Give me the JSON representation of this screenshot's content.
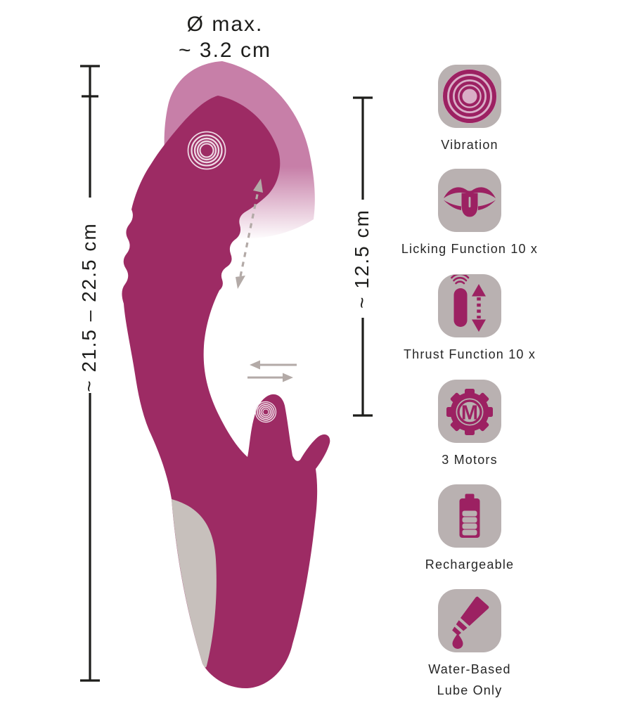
{
  "title": {
    "line1": "Ø max.",
    "line2": "~  3.2 cm"
  },
  "measurements": {
    "total_length": {
      "label": "~ 21.5 – 22.5 cm"
    },
    "insertable_length": {
      "label": "~ 12.5 cm"
    }
  },
  "features": {
    "items": [
      {
        "icon": "vibration-rings-icon",
        "label": "Vibration"
      },
      {
        "icon": "licking-tongue-icon",
        "label": "Licking Function 10 x"
      },
      {
        "icon": "thrust-arrows-icon",
        "label": "Thrust Function 10 x"
      },
      {
        "icon": "motor-gear-icon",
        "label": "3 Motors",
        "monogram": "M"
      },
      {
        "icon": "battery-icon",
        "label": "Rechargeable"
      },
      {
        "icon": "lube-tube-icon",
        "label": "Water-Based",
        "label2": "Lube Only"
      }
    ]
  },
  "colors": {
    "product_magenta": "#9d2b64",
    "motion_ghost_pink": "#c77fa8",
    "icon_magenta": "#9c2162",
    "tile_gray": "#b9b1b1",
    "grip_inlay_gray": "#c7c0bc",
    "arrow_gray": "#b3aaa7",
    "ink": "#1d1d1b"
  }
}
